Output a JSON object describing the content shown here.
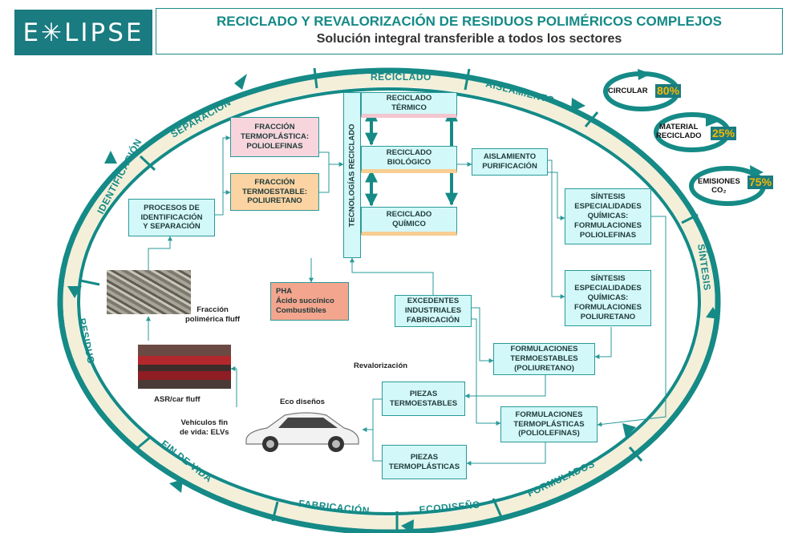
{
  "logo_text": "E✳LIPSE",
  "header": {
    "title": "RECICLADO Y REVALORIZACIÓN DE RESIDUOS POLIMÉRICOS COMPLEJOS",
    "subtitle": "Solución integral transferible a todos los sectores"
  },
  "ring_labels": [
    "RECICLADO",
    "AISLAMIENTO",
    "SÍNTESIS",
    "FORMULADOS",
    "ECODISEÑO",
    "FABRICACIÓN",
    "FIN DE VIDA",
    "RESIDUO",
    "IDENTIFICACIÓN",
    "SEPARACIÓN"
  ],
  "vertical_label": "TECNOLOGÍAS RECICLADO",
  "boxes": {
    "fraccion_termoplastica": "FRACCIÓN\nTERMOPLÁSTICA:\nPOLIOLEFINAS",
    "fraccion_termoestable": "FRACCIÓN\nTERMOESTABLE:\nPOLIURETANO",
    "procesos": "PROCESOS DE\nIDENTIFICACIÓN\nY SEPARACIÓN",
    "reciclado_termico": "RECICLADO\nTÉRMICO",
    "reciclado_biologico": "RECICLADO\nBIOLÓGICO",
    "reciclado_quimico": "RECICLADO\nQUÍMICO",
    "aislamiento": "AISLAMIENTO\nPURIFICACIÓN",
    "sintesis_poliolefinas": "SÍNTESIS\nESPECIALIDADES\nQUÍMICAS:\nFORMULACIONES\nPOLIOLEFINAS",
    "sintesis_poliuretano": "SÍNTESIS\nESPECIALIDADES\nQUÍMICAS:\nFORMULACIONES\nPOLIURETANO",
    "pha": "PHA\nÁcido succínico\nCombustibles",
    "excedentes": "EXCEDENTES\nINDUSTRIALES\nFABRICACIÓN",
    "form_termoestables": "FORMULACIONES\nTERMOESTABLES\n(POLIURETANO)",
    "form_termoplasticas": "FORMULACIONES\nTERMOPLÁSTICAS\n(POLIOLEFINAS)",
    "piezas_termoestables": "PIEZAS\nTERMOESTABLES",
    "piezas_termoplasticas": "PIEZAS\nTERMOPLÁSTICAS"
  },
  "labels": {
    "fraccion_fluff": "Fracción\npolimérica fluff",
    "asr": "ASR/car fluff",
    "vehiculos": "Vehículos fin\nde vida: ELVs",
    "eco_disenos": "Eco diseños",
    "revalorizacion": "Revalorización"
  },
  "indicators": [
    {
      "label": "CIRCULAR",
      "value": "80",
      "unit": "%"
    },
    {
      "label": "MATERIAL\nRECICLADO",
      "value": "25",
      "unit": "%"
    },
    {
      "label": "EMISIONES\nCO₂",
      "value": "75",
      "unit": "%"
    }
  ],
  "colors": {
    "teal": "#158a86",
    "ring_fill": "#f3efd9",
    "box": "#d3f8f9",
    "pink": "#f8d5dc",
    "orange": "#fcd3a2",
    "salmon": "#f4a58e",
    "accent": "#f5b800"
  }
}
